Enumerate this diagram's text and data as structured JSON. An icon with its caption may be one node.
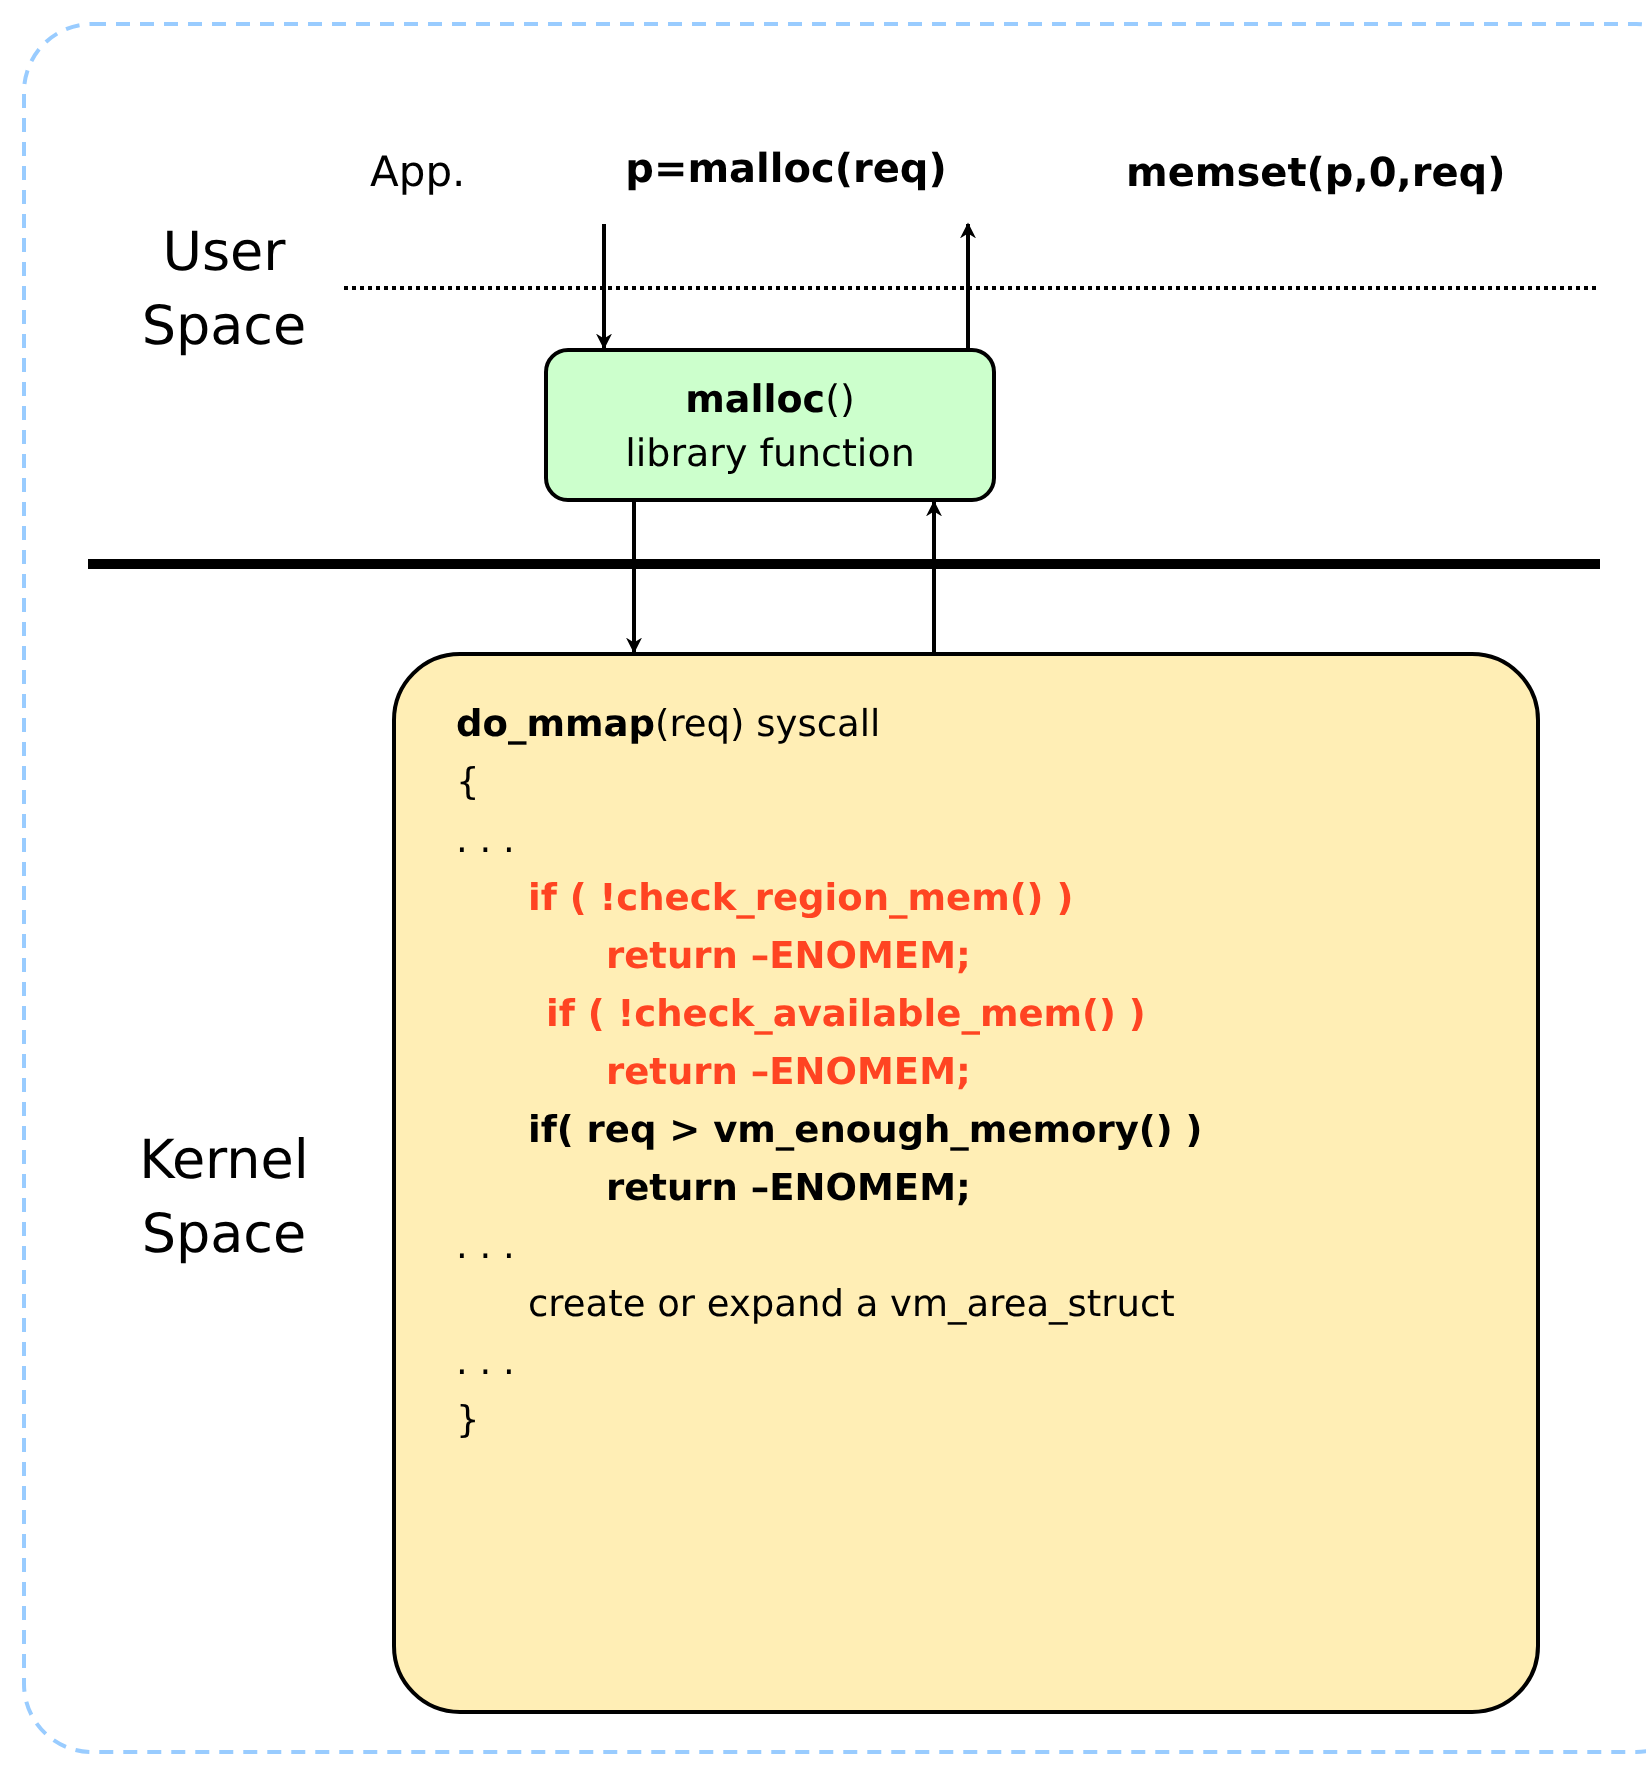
{
  "diagram": {
    "nodes": [
      {
        "text": [
          "p=malloc(req)"
        ]
      },
      {
        "text": [
          "**malloc**()",
          "library function"
        ]
      },
      {
        "text": [
          "**do_mmap**(req) syscall",
          "{",
          ". . .",
          "if ( !check_region_mem() )",
          "return –ENOMEM;",
          "if ( !check_available_mem() )",
          "return –ENOMEM;",
          "if( req > vm_enough_memory() )",
          "return –ENOMEM;",
          ". . .",
          "create or expand a vm_area_struct",
          ". . .",
          "}"
        ]
      }
    ],
    "edges": [
      {
        "from": 0,
        "to": 1,
        "arrow": "to"
      },
      {
        "from": 1,
        "to": 0,
        "arrow": "to"
      },
      {
        "from": 1,
        "to": 2,
        "arrow": "to"
      },
      {
        "from": 2,
        "to": 1,
        "arrow": "to"
      }
    ],
    "labels": [
      "App.",
      "memset(p,0,req)",
      "User Space",
      "Kernel Space"
    ]
  }
}
